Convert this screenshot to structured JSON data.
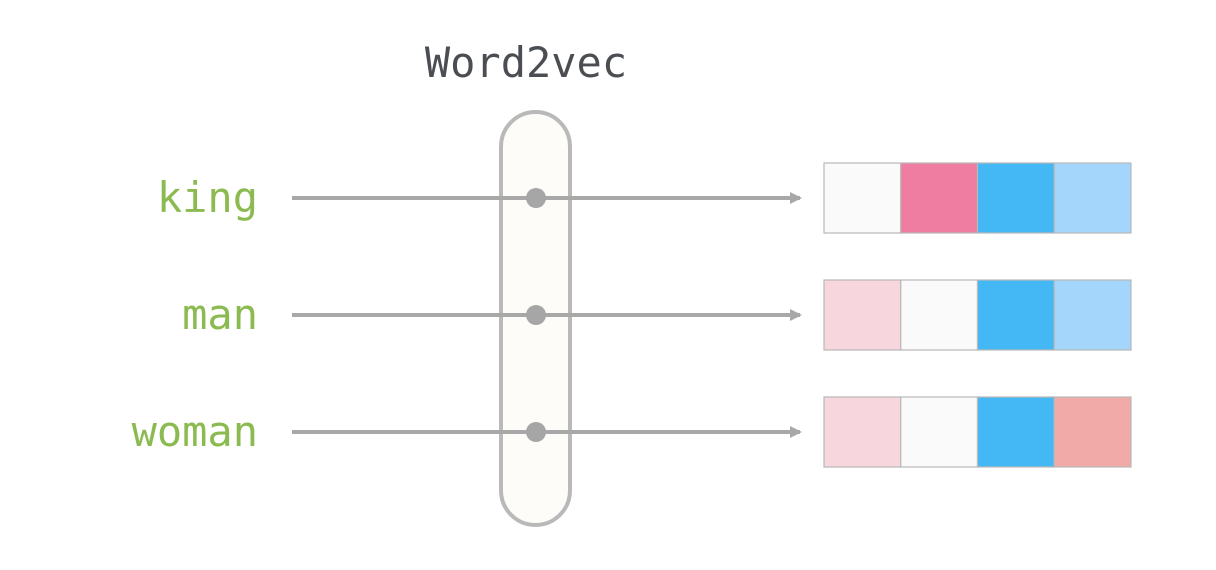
{
  "title": "Word2vec",
  "colors": {
    "word": "#8bbb50",
    "title": "#4a4d51",
    "line": "#a8a8a8",
    "node": "#a6a6a6",
    "model_fill": "#fdfcf9",
    "model_stroke": "#b9b9b9"
  },
  "rows": [
    {
      "word": "king",
      "vector": [
        "#fafafa",
        "#ef7ca1",
        "#44b8f5",
        "#a4d6fb"
      ]
    },
    {
      "word": "man",
      "vector": [
        "#f8d6dd",
        "#fafafa",
        "#44b8f5",
        "#a4d6fb"
      ]
    },
    {
      "word": "woman",
      "vector": [
        "#f8d6dd",
        "#fafafa",
        "#44b8f5",
        "#f2aaa9"
      ]
    }
  ]
}
